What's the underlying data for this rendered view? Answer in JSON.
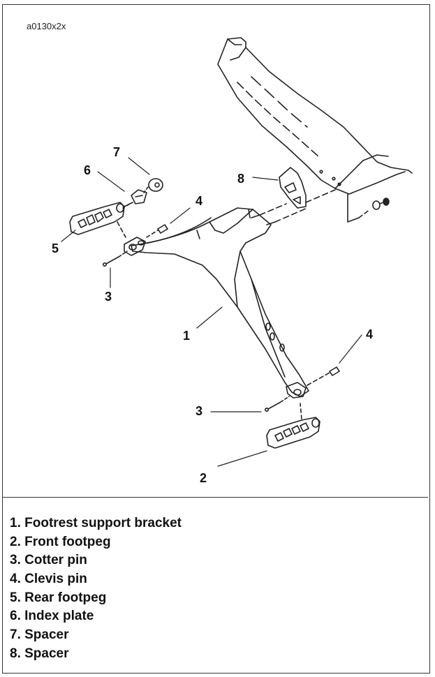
{
  "figure_id": "a0130x2x",
  "callouts": {
    "c7": "7",
    "c6": "6",
    "c8": "8",
    "c4_upper": "4",
    "c5": "5",
    "c3_upper": "3",
    "c1": "1",
    "c4_lower": "4",
    "c3_lower": "3",
    "c2": "2"
  },
  "legend": [
    "1. Footrest support bracket",
    "2. Front footpeg",
    "3. Cotter pin",
    "4. Clevis pin",
    "5. Rear footpeg",
    "6. Index plate",
    "7. Spacer",
    "8. Spacer"
  ]
}
